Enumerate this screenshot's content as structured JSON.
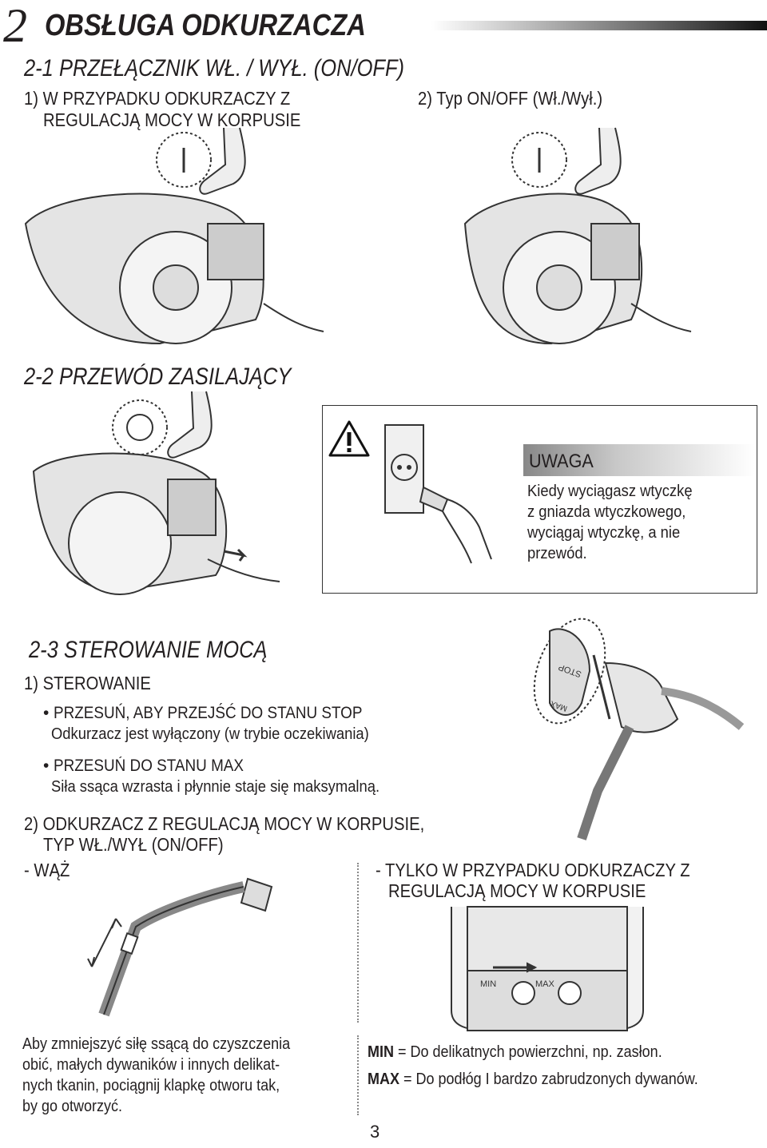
{
  "chapter": {
    "number": "2",
    "title": "OBSŁUGA ODKURZACZA"
  },
  "s21": {
    "title": "2-1 PRZEŁĄCZNIK WŁ. / WYŁ. (ON/OFF)",
    "sub1_line1": "1) W PRZYPADKU ODKURZACZY Z",
    "sub1_line2": "REGULACJĄ  MOCY W KORPUSIE",
    "sub2": "2) Typ ON/OFF (Wł./Wył.)"
  },
  "s22": {
    "title": "2-2 PRZEWÓD ZASILAJĄCY",
    "caution_title": "UWAGA",
    "caution_lines": [
      "Kiedy wyciągasz wtyczkę",
      "z gniazda wtyczkowego,",
      "wyciągaj wtyczkę, a nie",
      "przewód."
    ]
  },
  "s23": {
    "title": "2-3 STEROWANIE MOCĄ",
    "sub1": "1) STEROWANIE",
    "bullet1": "PRZESUŃ, ABY PRZEJŚĆ DO STANU STOP",
    "bullet1_desc": "Odkurzacz jest wyłączony (w trybie oczekiwania)",
    "bullet2": "PRZESUŃ DO STANU MAX",
    "bullet2_desc": "Siła ssąca wzrasta i płynnie staje się maksymalną.",
    "sub2_line1": "2) ODKURZACZ Z REGULACJĄ  MOCY W KORPUSIE,",
    "sub2_line2": "TYP WŁ./WYŁ (ON/OFF)",
    "hose_label": "- WĄŻ",
    "body_label_line1": "- TYLKO W PRZYPADKU ODKURZACZY Z",
    "body_label_line2": "REGULACJĄ  MOCY W KORPUSIE",
    "handle_labels": {
      "stop": "STOP",
      "max": "MAX"
    },
    "dial_labels": {
      "min": "MIN",
      "max": "MAX"
    },
    "hose_note_lines": [
      "Aby zmniejszyć siłę ssącą do czyszczenia",
      "obić, małych dywaników i innych delikat-",
      "nych tkanin, pociągnij klapkę otworu tak,",
      "by go otworzyć."
    ],
    "min_label": "MIN",
    "min_desc": "= Do delikatnych powierzchni, np. zasłon.",
    "max_label": "MAX",
    "max_desc": "= Do podłóg I bardzo zabrudzonych dywanów."
  },
  "page_number": "3"
}
